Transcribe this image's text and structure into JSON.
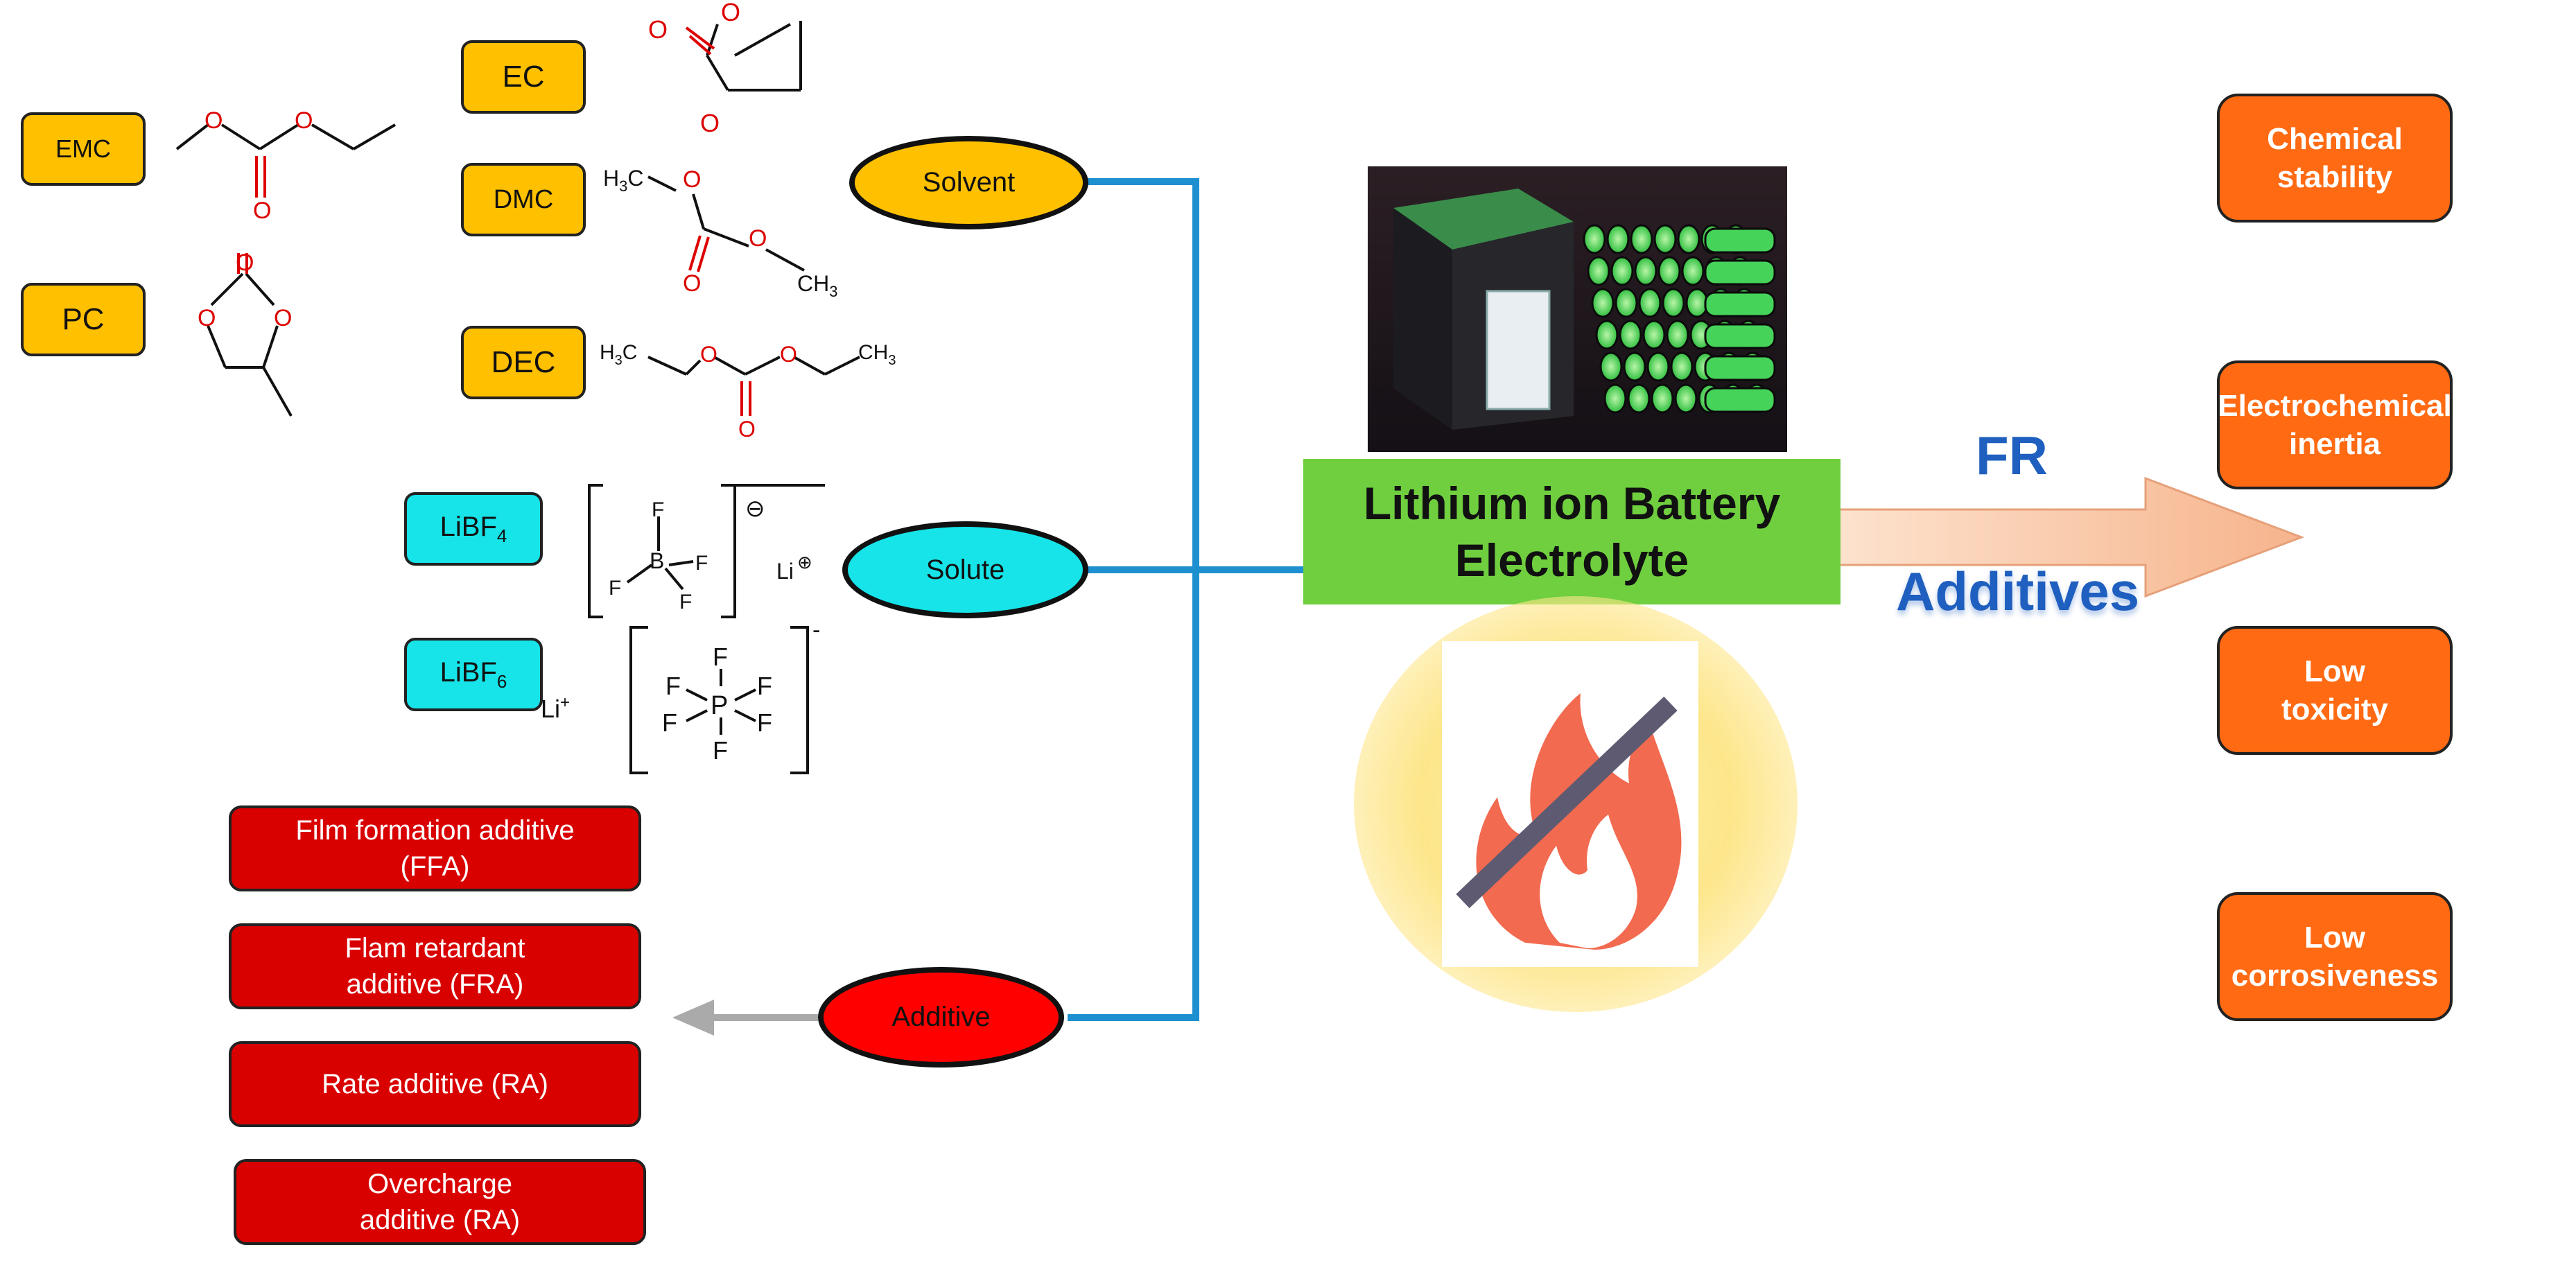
{
  "solvents": {
    "ec": "EC",
    "dmc": "DMC",
    "dec": "DEC",
    "emc": "EMC",
    "pc": "PC"
  },
  "solutes": {
    "libf4": "LiBF",
    "libf4_sub": "4",
    "libf6": "LiBF",
    "libf6_sub": "6"
  },
  "chem_labels": {
    "h3c": "H",
    "h3c_sub": "3",
    "h3c_c": "C",
    "ch3": "CH",
    "ch3_sub": "3",
    "f": "F",
    "b": "B",
    "p": "P",
    "li": "Li",
    "li_plus": "+",
    "li_circled": "Li",
    "ominus": "⊖",
    "oplus": "⊕",
    "minus": "-",
    "o": "O"
  },
  "nodes": {
    "solvent": "Solvent",
    "solute": "Solute",
    "additive": "Additive"
  },
  "additive_types": [
    {
      "line1": "Film formation additive",
      "line2": "(FFA)"
    },
    {
      "line1": "Flam retardant",
      "line2": "additive (FRA)"
    },
    {
      "line1": "Rate additive (RA)",
      "line2": ""
    },
    {
      "line1": "Overcharge",
      "line2": "additive (RA)"
    }
  ],
  "center": {
    "line1": "Lithium ion Battery",
    "line2": "Electrolyte"
  },
  "arrow": {
    "top": "FR",
    "bottom": "Additives"
  },
  "properties": [
    {
      "line1": "Chemical",
      "line2": "stability"
    },
    {
      "line1": "Electrochemical",
      "line2": "inertia"
    },
    {
      "line1": "Low",
      "line2": "toxicity"
    },
    {
      "line1": "Low",
      "line2": "corrosiveness"
    }
  ],
  "colors": {
    "solvent": "#ffc000",
    "solute": "#16e4e8",
    "additive": "#d90000",
    "property": "#ff6a13",
    "center": "#6fcf3f",
    "connector": "#1e90d0",
    "fr_text": "#1f5fbf"
  }
}
